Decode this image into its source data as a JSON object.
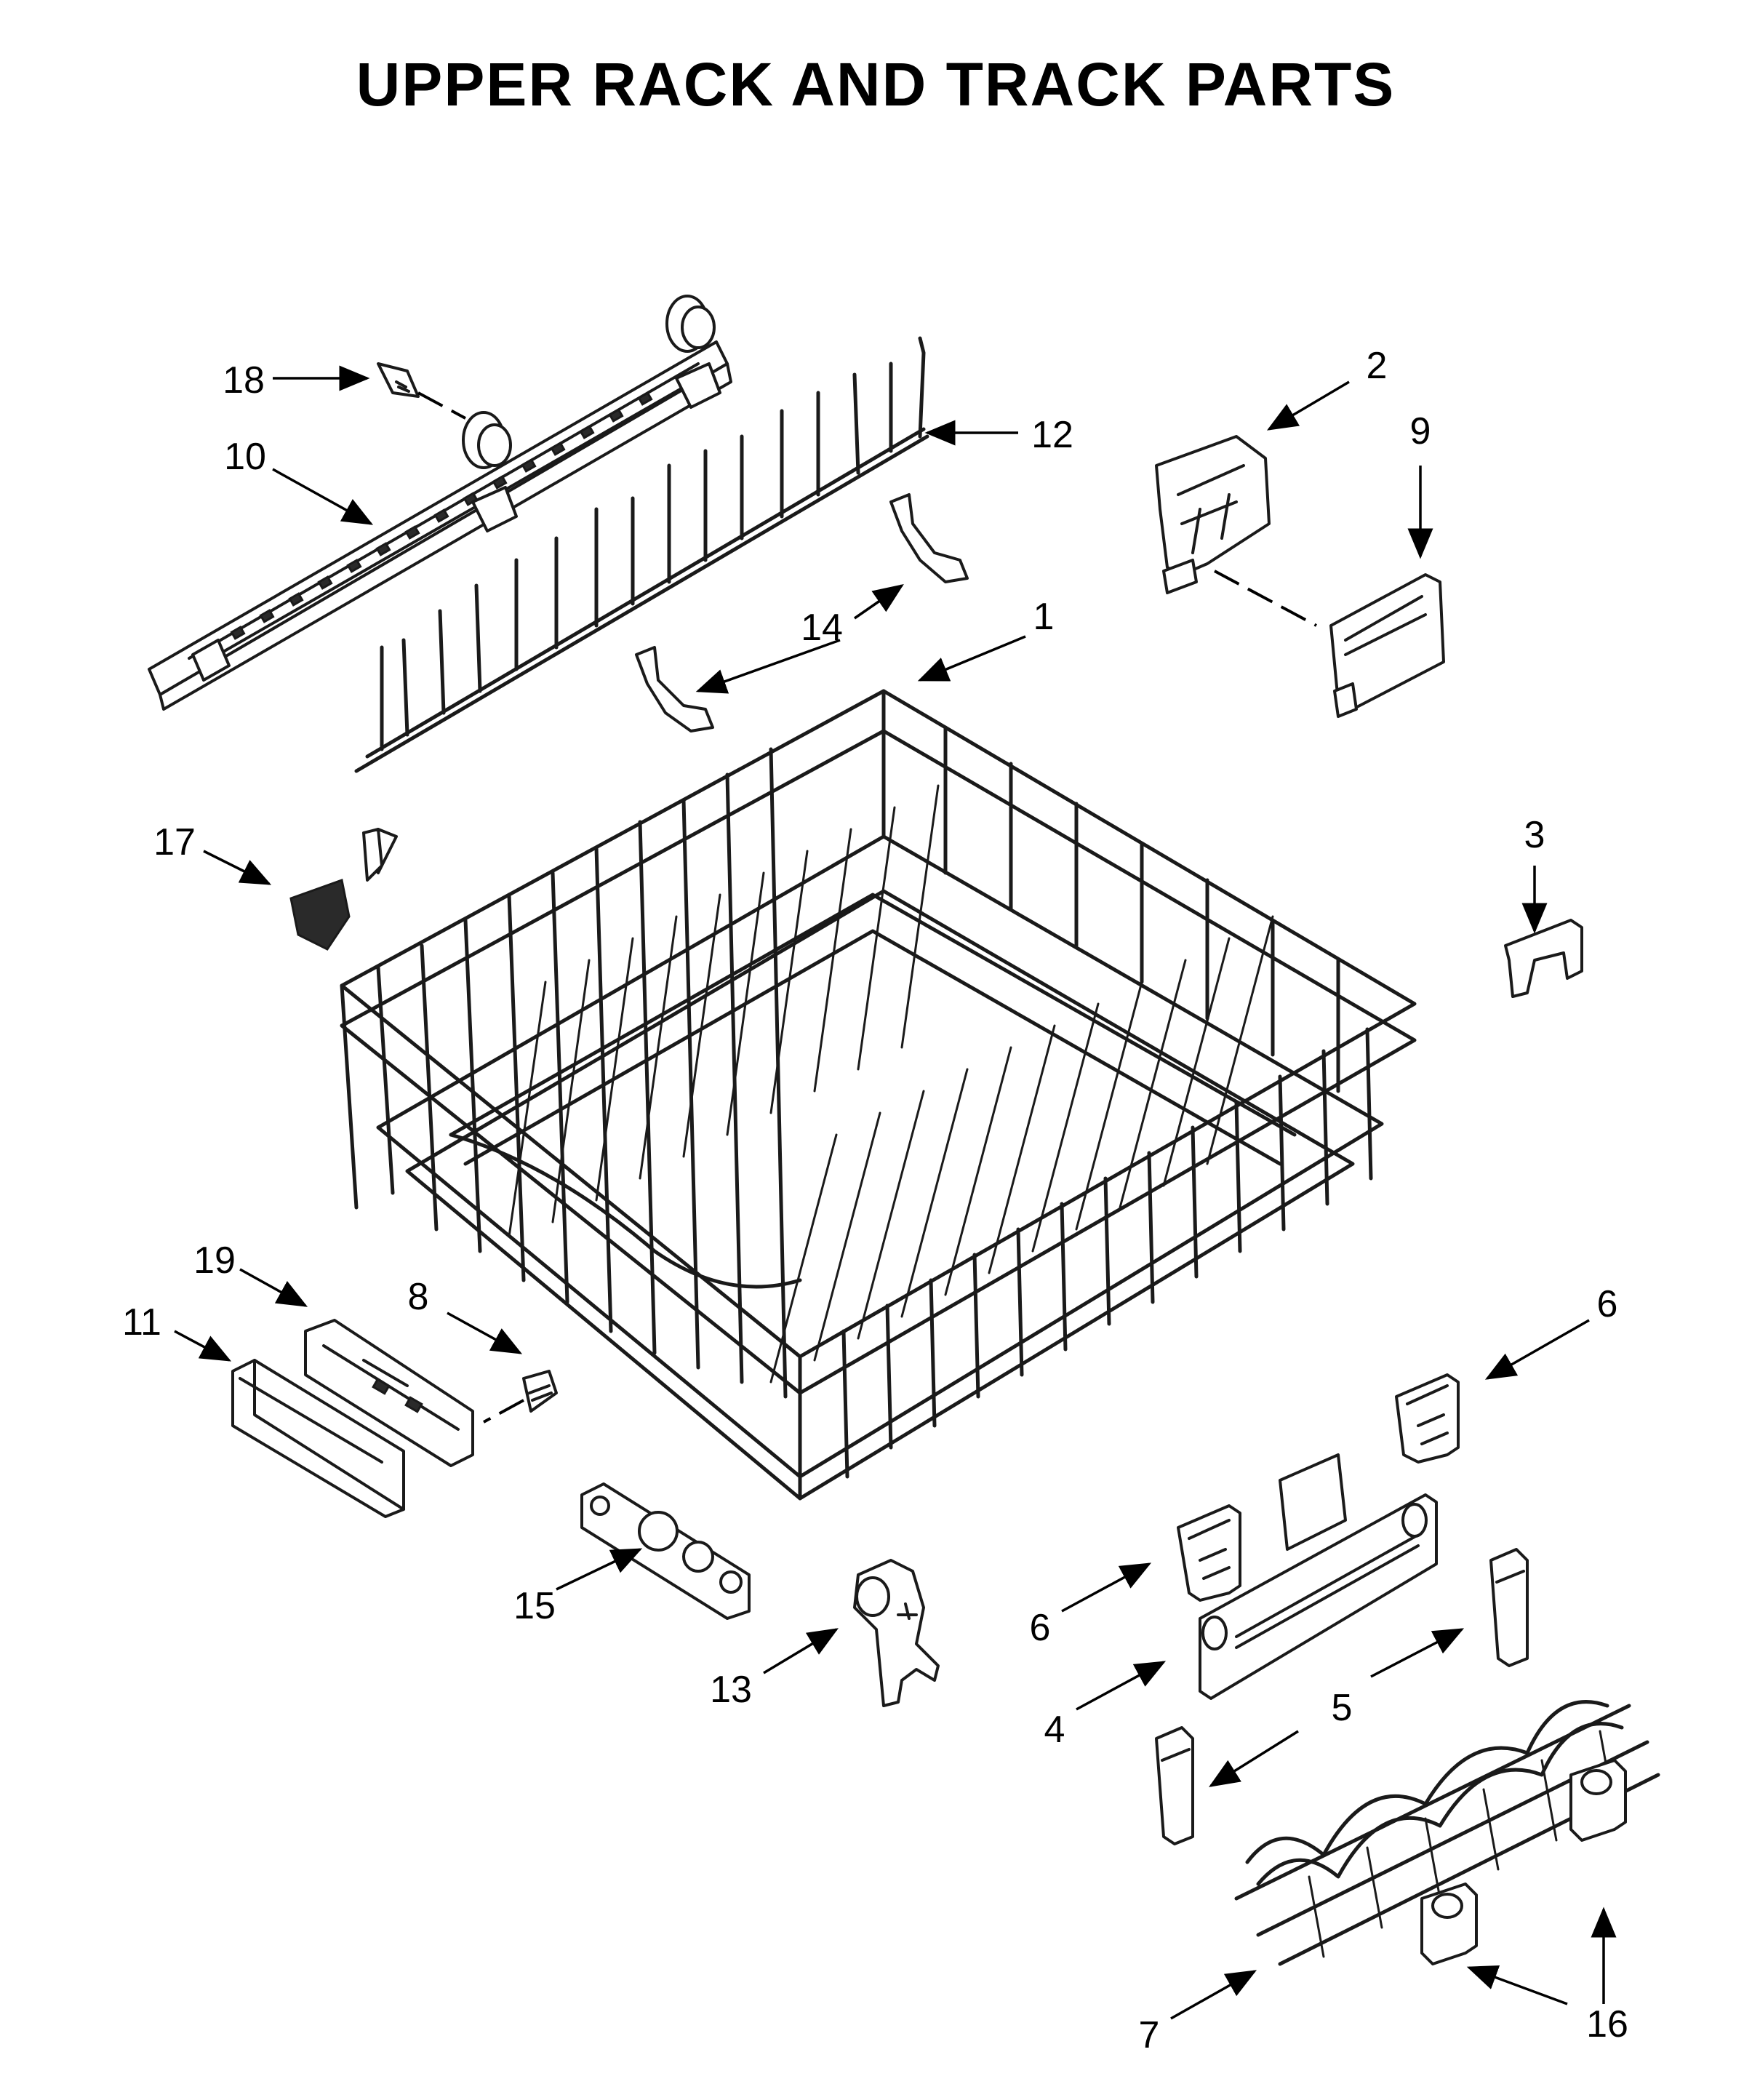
{
  "title": "UPPER RACK AND TRACK PARTS",
  "callouts": {
    "c18": "18",
    "c10": "10",
    "c12": "12",
    "c2": "2",
    "c9": "9",
    "c14": "14",
    "c1": "1",
    "c17": "17",
    "c3": "3",
    "c19": "19",
    "c11": "11",
    "c8": "8",
    "c6a": "6",
    "c15": "15",
    "c13": "13",
    "c6b": "6",
    "c4": "4",
    "c5": "5",
    "c7": "7",
    "c16": "16"
  }
}
